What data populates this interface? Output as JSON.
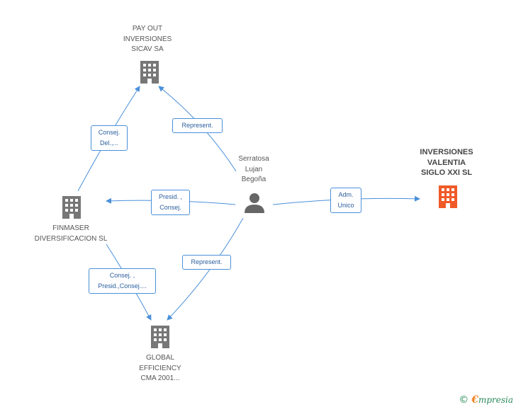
{
  "nodes": {
    "payout": {
      "label": "PAY OUT\nINVERSIONES\nSICAV SA",
      "type": "company"
    },
    "finmaser": {
      "label": "FINMASER\nDIVERSIFICACION SL",
      "type": "company"
    },
    "global": {
      "label": "GLOBAL\nEFFICIENCY\nCMA 2001...",
      "type": "company"
    },
    "valentia": {
      "label": "INVERSIONES\nVALENTIA\nSIGLO XXI SL",
      "type": "company-highlighted"
    },
    "person": {
      "label": "Serratosa\nLujan\nBegoña",
      "type": "person"
    }
  },
  "edges": {
    "finmaser_payout": "Consej.\nDel.,...",
    "person_payout": "Represent.",
    "person_finmaser": "Presid. ,\nConsej.",
    "person_valentia": "Adm.\nUnico",
    "person_global": "Represent.",
    "finmaser_global": "Consej. ,\nPresid.,Consej...."
  },
  "colors": {
    "edge": "#4a90d9",
    "company_icon": "#777777",
    "highlight_icon": "#f05a28",
    "person_icon": "#666666"
  },
  "footer": {
    "copyright": "©",
    "brand_e": "€",
    "brand_rest": "mpresia"
  }
}
